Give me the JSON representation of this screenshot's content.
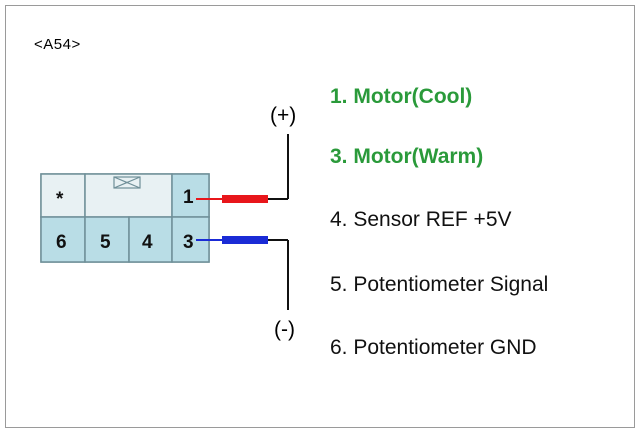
{
  "connector": {
    "id_label": "<A54>"
  },
  "pins": {
    "star": "*",
    "p1": "1",
    "p3": "3",
    "p4": "4",
    "p5": "5",
    "p6": "6"
  },
  "polarity": {
    "plus": "(+)",
    "minus": "(-)"
  },
  "wire_colors": {
    "positive": "#e8161b",
    "negative": "#1a2bd6",
    "lead": "#111111"
  },
  "legend": [
    {
      "text": "1. Motor(Cool)",
      "highlight": true
    },
    {
      "text": "3. Motor(Warm)",
      "highlight": true
    },
    {
      "text": "4. Sensor REF +5V",
      "highlight": false
    },
    {
      "text": "5. Potentiometer Signal",
      "highlight": false
    },
    {
      "text": "6. Potentiometer GND",
      "highlight": false
    }
  ],
  "colors": {
    "connector_fill": "#b9dde6",
    "connector_top_fill": "#e8f1f3",
    "connector_border": "#6f8f98",
    "highlight_text": "#2a9a3a"
  }
}
